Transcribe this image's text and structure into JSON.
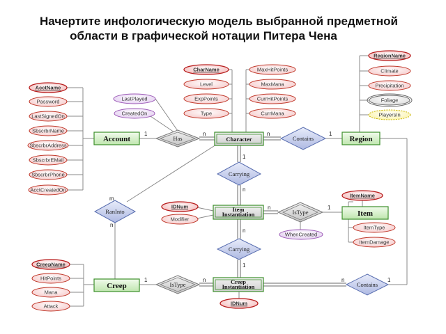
{
  "title": {
    "line1": "Начертите инфологическую модель выбранной предметной",
    "line2": "области в графической нотации Питера Чена"
  },
  "colors": {
    "entity_fill": "#d9f2cf",
    "entity_stroke": "#3c8f2b",
    "relationship_fill": "#c9d3f0",
    "relationship_stroke": "#5a6fb0",
    "attribute_fill": "#fbe1e1",
    "attribute_stroke": "#c0392b",
    "key_attribute_stroke": "#b71c1c",
    "relationship_attribute_stroke": "#9b59b6",
    "derived_attribute_stroke": "#c9b400"
  },
  "entities": {
    "account": "Account",
    "character": "Character",
    "region": "Region",
    "item_instantiation_1": "Item",
    "item_instantiation_2": "Instantiation",
    "item": "Item",
    "creep": "Creep",
    "creep_instantiation_1": "Creep",
    "creep_instantiation_2": "Instantiation"
  },
  "relationships": {
    "has": "Has",
    "contains_top": "Contains",
    "carrying_top": "Carrying",
    "ran_into": "RanInto",
    "is_type_item": "IsType",
    "carrying_bottom": "Carrying",
    "is_type_creep": "IsType",
    "contains_bottom": "Contains"
  },
  "account_attributes": [
    "AcctName",
    "Password",
    "LastSignedOn",
    "SbscrbrName",
    "SbscrbrAddress",
    "SbscrbrEMail",
    "SbscrbrPhone",
    "AcctCreatedOn"
  ],
  "has_attributes": [
    "LastPlayed",
    "CreatedOn"
  ],
  "character_attributes_left": [
    "CharName",
    "Level",
    "ExpPoints",
    "Type"
  ],
  "character_attributes_right": [
    "MaxHitPoints",
    "MaxMana",
    "CurrHitPoints",
    "CurrMana"
  ],
  "region_attributes": [
    "RegionName",
    "Climate",
    "Precipitation",
    "Foliage",
    "PlayersIn"
  ],
  "item_instantiation_attributes": [
    "IDNum",
    "Modifier"
  ],
  "is_type_item_attributes": [
    "WhenCreated"
  ],
  "item_attributes": [
    "ItemName",
    "ItemType",
    "ItemDamage"
  ],
  "creep_attributes": [
    "CreepName",
    "HitPoints",
    "Mana",
    "Attack"
  ],
  "creep_instantiation_attributes": [
    "IDNum"
  ],
  "cardinalities": {
    "account_has": "1",
    "has_character": "n",
    "character_contains": "n",
    "contains_region": "1",
    "character_carrying": "1",
    "carrying_item_inst": "n",
    "ranInto_m": "m",
    "ranInto_n": "n",
    "item_inst_istype": "n",
    "istype_item": "1",
    "item_inst_carrying": "n",
    "carrying_creep_inst": "1",
    "creep_istype": "1",
    "istype_creep_inst": "n",
    "creep_inst_contains": "n",
    "contains_region_bottom": "1"
  }
}
